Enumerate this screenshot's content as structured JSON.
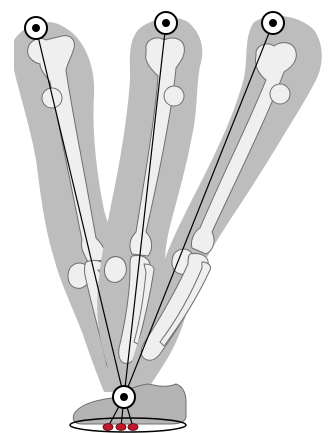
{
  "figure": {
    "legs": [
      {
        "id": "left-leg",
        "pose": "swung-back"
      },
      {
        "id": "middle-leg",
        "pose": "vertical"
      },
      {
        "id": "right-leg",
        "pose": "swung-forward"
      }
    ],
    "hip_pivot_count": 3,
    "pressure_points_count": 3,
    "colors": {
      "flesh": "#bdbdbd",
      "bone": "#efefef",
      "bone_outline": "#6f6f6f",
      "line": "#000000",
      "pressure": "#c0182a",
      "shoe": "#b4b4b4"
    }
  }
}
